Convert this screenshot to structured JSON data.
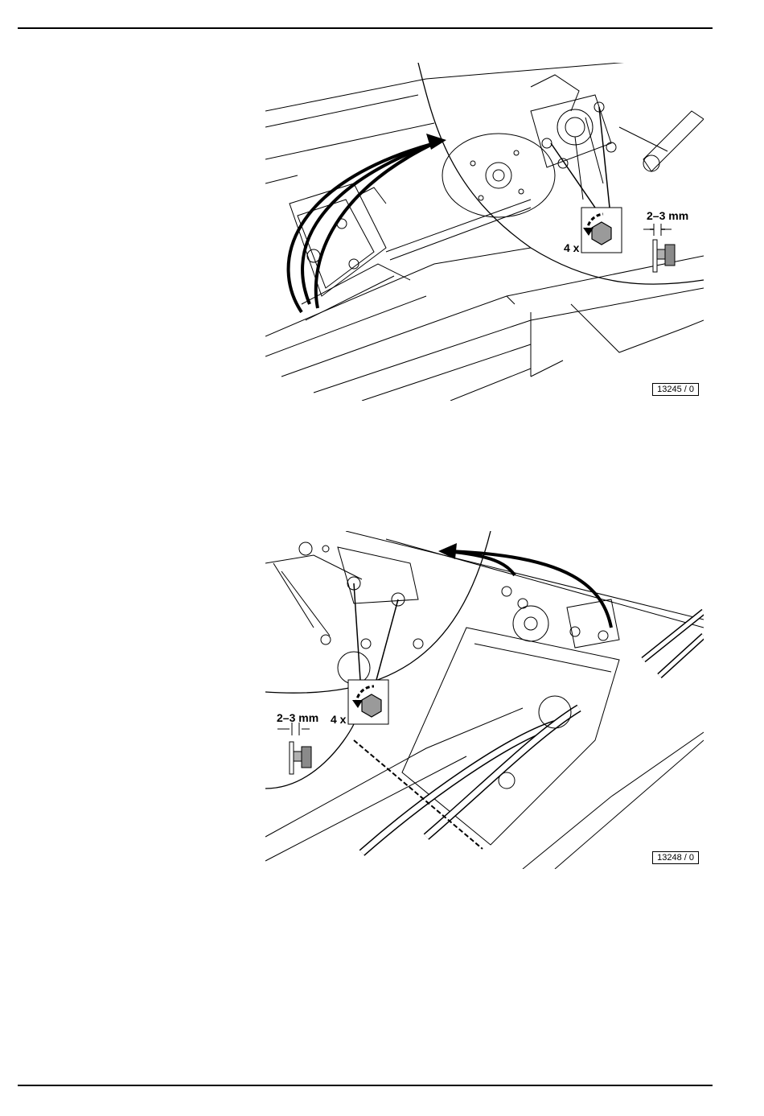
{
  "figures": [
    {
      "id": "13245 / 0",
      "gap_label": "2–3 mm",
      "count_label": "4 x",
      "icons": [
        "curved-arrow-icon",
        "hex-bolt-icon",
        "tighten-bolt-icon"
      ]
    },
    {
      "id": "13248 / 0",
      "gap_label": "2–3 mm",
      "count_label": "4 x",
      "icons": [
        "curved-arrow-icon",
        "hex-bolt-icon",
        "tighten-bolt-icon"
      ]
    }
  ]
}
